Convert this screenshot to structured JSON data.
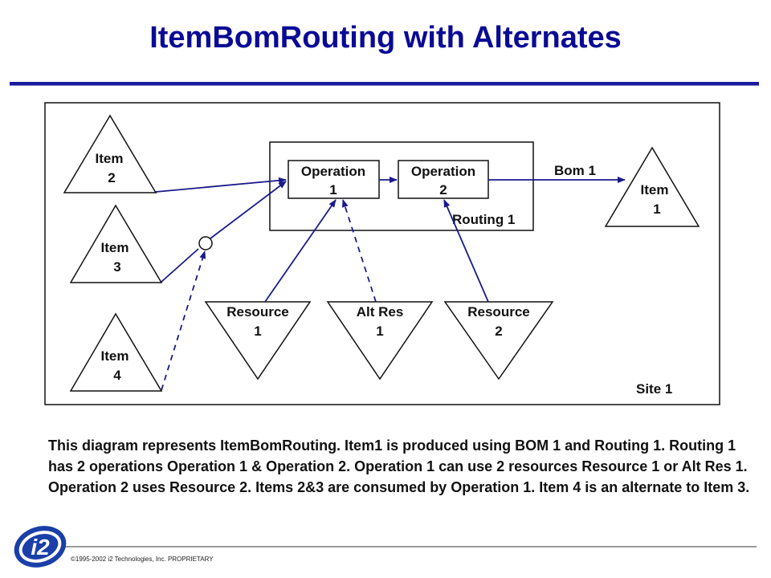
{
  "title": "ItemBomRouting  with Alternates",
  "diagram": {
    "site_label": "Site 1",
    "routing_label": "Routing 1",
    "bom_label": "Bom 1",
    "item2": [
      "Item",
      "2"
    ],
    "item3": [
      "Item",
      "3"
    ],
    "item4": [
      "Item",
      "4"
    ],
    "item1": [
      "Item",
      "1"
    ],
    "operation1": [
      "Operation",
      "1"
    ],
    "operation2": [
      "Operation",
      "2"
    ],
    "resource1": [
      "Resource",
      "1"
    ],
    "altres1": [
      "Alt Res",
      "1"
    ],
    "resource2": [
      "Resource",
      "2"
    ]
  },
  "caption": "This diagram represents ItemBomRouting. Item1 is produced using BOM 1 and Routing 1.  Routing 1  has 2 operations Operation 1 & Operation 2.  Operation 1 can use 2 resources  Resource 1 or Alt Res 1.  Operation 2  uses Resource 2.  Items  2&3 are consumed by Operation 1.  Item 4 is an alternate to Item 3.",
  "footer": {
    "logo_text": "i2",
    "copyright": "©1995-2002 i2 Technologies, Inc. PROPRIETARY"
  },
  "colors": {
    "title": "#0a0a96",
    "arrows": "#1a1a8c",
    "logo": "#1a3fa8"
  }
}
